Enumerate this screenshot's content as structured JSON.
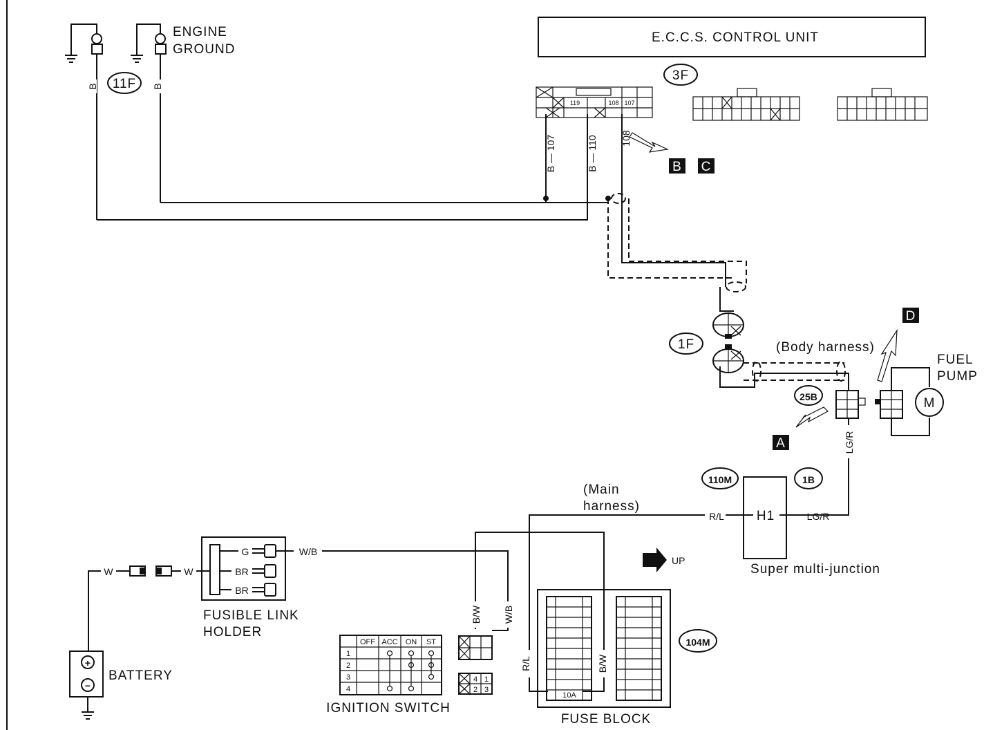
{
  "ecu": {
    "title": "E.C.C.S. CONTROL UNIT",
    "connector_ref": "3F",
    "pins": [
      "119",
      "108",
      "107"
    ]
  },
  "engine_ground": {
    "line1": "ENGINE",
    "line2": "GROUND",
    "connector_ref": "11F",
    "wire_color": "B"
  },
  "terminals": {
    "t107": "B — 107",
    "t110": "B — 110",
    "t108": "108"
  },
  "refs": {
    "b": "B",
    "c": "C",
    "d": "D",
    "a": "A"
  },
  "connector_1f": "1F",
  "body_harness": "(Body harness)",
  "connector_25b": "25B",
  "wire_lgr": "LG/R",
  "fuel_pump": {
    "line1": "FUEL",
    "line2": "PUMP",
    "symbol": "M"
  },
  "main_harness": {
    "line1": "(Main",
    "line2": "harness)"
  },
  "junction": {
    "ref1": "110M",
    "ref2": "1B",
    "label": "H1",
    "left_wire": "R/L",
    "right_wire": "LG/R",
    "caption": "Super multi-junction"
  },
  "fusible_link": {
    "line1": "FUSIBLE LINK",
    "line2": "HOLDER",
    "wires": [
      "G",
      "BR",
      "BR"
    ],
    "out_wire": "W/B",
    "in_wire": "W"
  },
  "battery": {
    "label": "BATTERY",
    "plus": "+",
    "minus": "−",
    "wire": "W"
  },
  "ignition_switch": {
    "label": "IGNITION SWITCH",
    "columns": [
      "OFF",
      "ACC",
      "ON",
      "ST"
    ],
    "rows": [
      "1",
      "2",
      "3",
      "4"
    ],
    "wire_bw": "B/W",
    "wire_wb": "W/B",
    "pins": [
      "4",
      "1",
      "2",
      "3"
    ]
  },
  "fuse_block": {
    "label": "FUSE BLOCK",
    "ref": "104M",
    "fuse": "10A",
    "wire_rl": "R/L",
    "wire_bw": "B/W"
  },
  "up_label": "UP"
}
